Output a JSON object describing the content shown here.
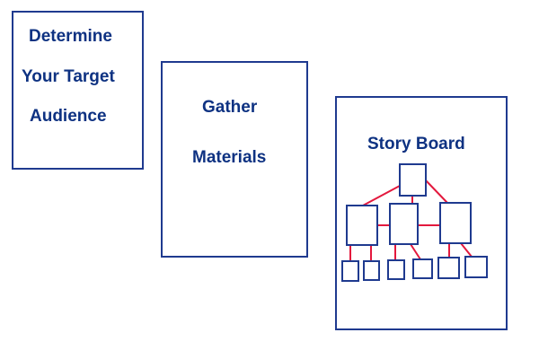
{
  "colors": {
    "border": "#1f3a8f",
    "text": "#0e3282",
    "connector": "#e3183d",
    "background": "#ffffff"
  },
  "cards": [
    {
      "id": "audience",
      "lines": [
        "Determine",
        "Your Target",
        "Audience"
      ]
    },
    {
      "id": "materials",
      "lines": [
        "Gather",
        "Materials"
      ]
    },
    {
      "id": "storyboard",
      "title": "Story Board"
    }
  ]
}
